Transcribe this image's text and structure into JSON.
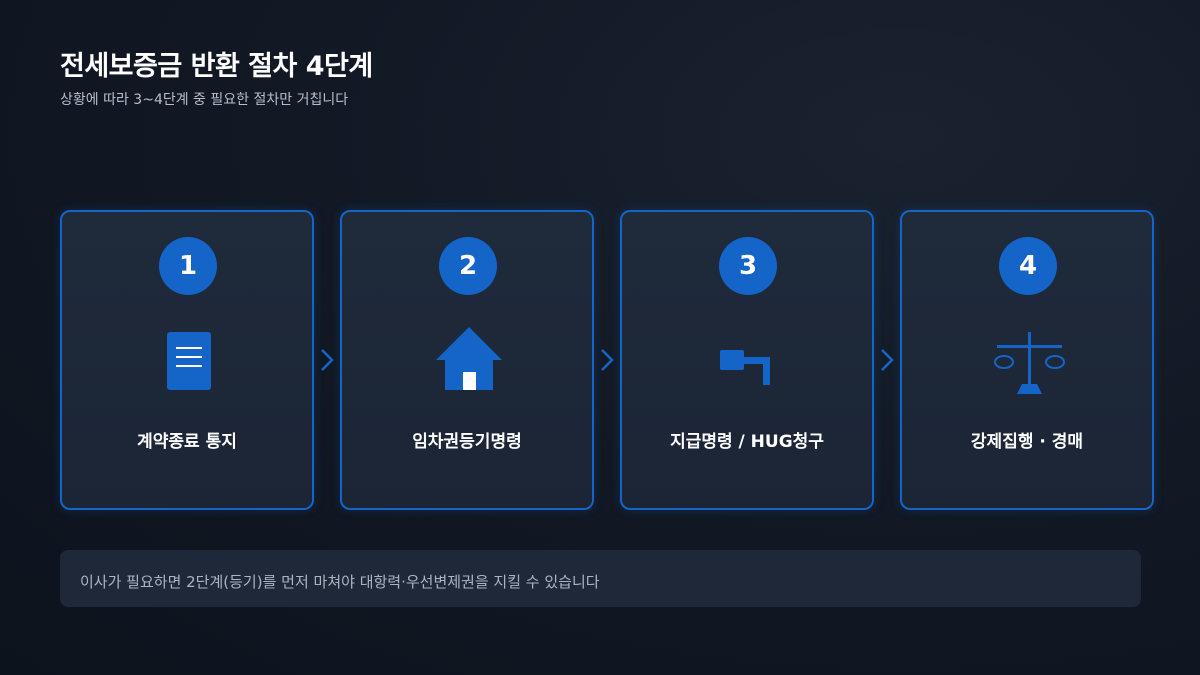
{
  "header": {
    "title": "전세보증금 반환 절차 4단계",
    "subtitle": "상황에 따라 3~4단계 중 필요한 절차만 거칩니다"
  },
  "steps": [
    {
      "number": "1",
      "label": "계약종료 통지",
      "icon": "document-icon"
    },
    {
      "number": "2",
      "label": "임차권등기명령",
      "icon": "house-icon"
    },
    {
      "number": "3",
      "label": "지급명령 / HUG청구",
      "icon": "gavel-icon"
    },
    {
      "number": "4",
      "label": "강제집행 · 경매",
      "icon": "scales-icon"
    }
  ],
  "note": {
    "text": "이사가 필요하면 2단계(등기)를 먼저 마쳐야 대항력·우선변제권을 지킬 수 있습니다"
  },
  "colors": {
    "accent": "#1565c8",
    "background": "#121925",
    "card": "#1f2a3b",
    "note_background": "#1e2839"
  }
}
